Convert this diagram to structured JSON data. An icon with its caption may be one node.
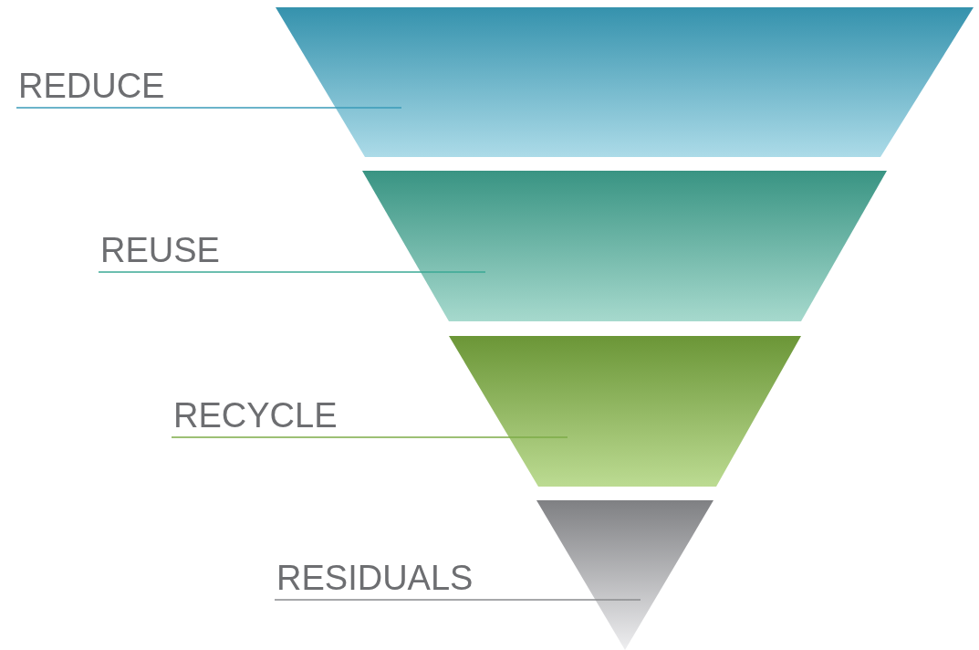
{
  "diagram": {
    "nodes": [
      {
        "text": [
          "REDUCE"
        ]
      },
      {
        "text": [],
        "shape": "trapezoid"
      },
      {
        "text": [
          "REUSE"
        ]
      },
      {
        "text": [],
        "shape": "trapezoid"
      },
      {
        "text": [
          "RECYCLE"
        ]
      },
      {
        "text": [],
        "shape": "trapezoid"
      },
      {
        "text": [
          "RESIDUALS"
        ]
      },
      {
        "text": [],
        "shape": "triangle"
      }
    ],
    "edges": [
      {
        "from": 0,
        "to": 1,
        "arrow": "none",
        "color": "#3a9bb8"
      },
      {
        "from": 2,
        "to": 3,
        "arrow": "none",
        "color": "#3aa894"
      },
      {
        "from": 4,
        "to": 5,
        "arrow": "none",
        "color": "#7cab47"
      },
      {
        "from": 6,
        "to": 7,
        "arrow": "none",
        "color": "#8a8b8e"
      }
    ]
  }
}
